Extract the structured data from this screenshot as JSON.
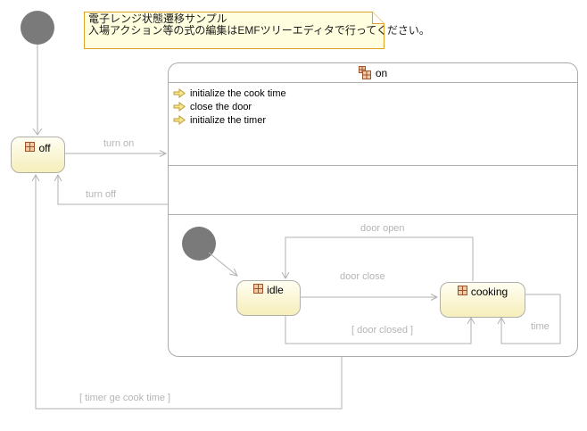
{
  "note": {
    "line1": "電子レンジ状態遷移サンプル",
    "line2": "入場アクション等の式の編集はEMFツリーエディタで行ってください。"
  },
  "states": {
    "off": {
      "label": "off"
    },
    "on": {
      "label": "on",
      "entry_actions": [
        "initialize the cook time",
        "close the door",
        "initialize the timer"
      ]
    },
    "idle": {
      "label": "idle"
    },
    "cooking": {
      "label": "cooking"
    }
  },
  "transitions": {
    "turn_on": {
      "label": "turn on",
      "from": "off",
      "to": "on"
    },
    "turn_off": {
      "label": "turn off",
      "from": "on",
      "to": "off"
    },
    "timer_ge_cook_time": {
      "label": "[ timer ge cook time ]",
      "from": "on",
      "to": "off"
    },
    "door_open": {
      "label": "door open",
      "from": "cooking",
      "to": "idle"
    },
    "door_close": {
      "label": "door close",
      "from": "idle",
      "to": "cooking"
    },
    "door_closed_guard": {
      "label": "[ door closed ]",
      "from": "idle",
      "to": "cooking"
    },
    "time": {
      "label": "time",
      "from": "cooking",
      "to": "cooking"
    }
  },
  "colors": {
    "state_fill": "#F6EEBA",
    "state_border": "#B0B0AB",
    "transition_line": "#B2B2B2",
    "transition_label": "#B5B5B5",
    "note_fill": "#FFFFDF",
    "note_border": "#DFA22B",
    "initial_state_fill": "#7A7A7A",
    "state_icon_brown": "#A0522D",
    "action_icon_yellow": "#F8E98F"
  }
}
